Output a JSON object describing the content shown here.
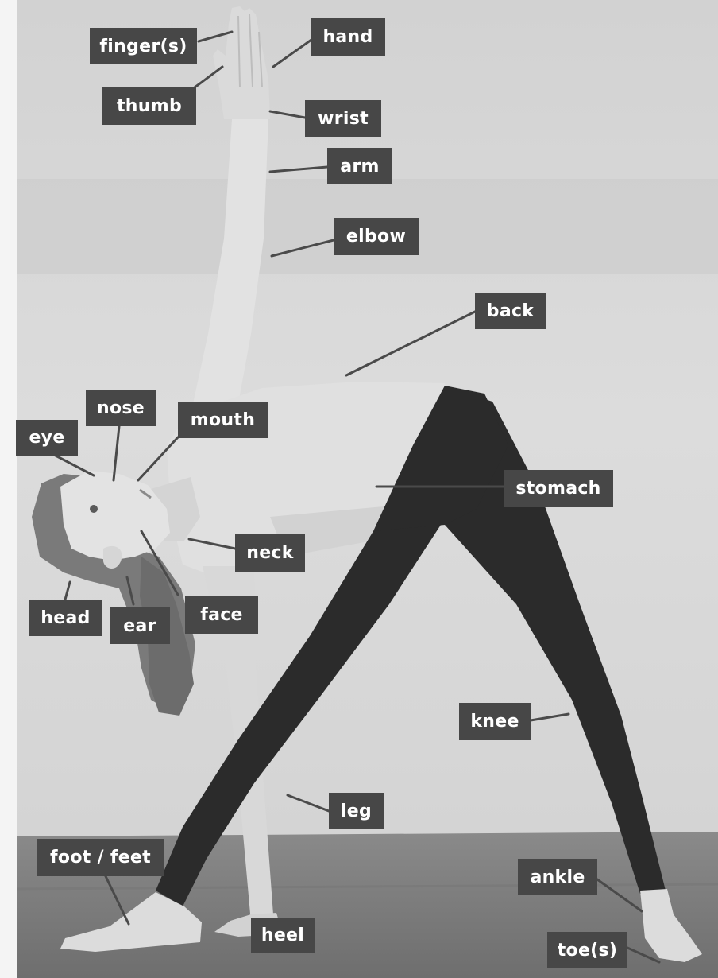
{
  "diagram": {
    "labels": {
      "finger": "finger(s)",
      "hand": "hand",
      "thumb": "thumb",
      "wrist": "wrist",
      "arm": "arm",
      "elbow": "elbow",
      "back": "back",
      "nose": "nose",
      "mouth": "mouth",
      "eye": "eye",
      "stomach": "stomach",
      "neck": "neck",
      "head": "head",
      "ear": "ear",
      "face": "face",
      "knee": "knee",
      "leg": "leg",
      "foot": "foot / feet",
      "ankle": "ankle",
      "heel": "heel",
      "toe": "toe(s)"
    },
    "colors": {
      "label_bg": "#474747",
      "label_text": "#ffffff",
      "leader_line": "#4a4a4a",
      "leggings": "#2a2a2a",
      "top": "#dedede"
    }
  }
}
